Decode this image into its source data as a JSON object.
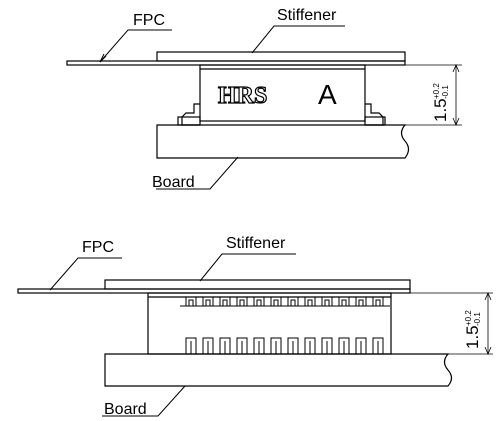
{
  "colors": {
    "line": "#000000",
    "background": "#ffffff"
  },
  "side_view": {
    "labels": {
      "fpc": "FPC",
      "stiffener": "Stiffener",
      "board": "Board"
    },
    "logo": "HRS",
    "marking": "A",
    "dimension": {
      "value": "1.5",
      "tolerance_plus": "+0.2",
      "tolerance_minus": "-0.1"
    }
  },
  "front_view": {
    "labels": {
      "fpc": "FPC",
      "stiffener": "Stiffener",
      "board": "Board"
    },
    "dimension": {
      "value": "1.5",
      "tolerance_plus": "+0.2",
      "tolerance_minus": "-0.1"
    }
  }
}
